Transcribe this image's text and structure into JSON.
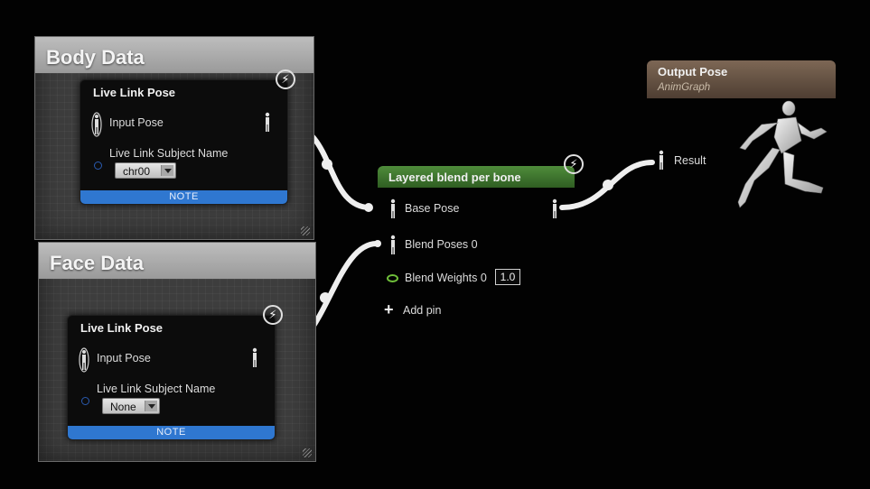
{
  "body_comment": {
    "title": "Body Data"
  },
  "face_comment": {
    "title": "Face Data"
  },
  "body_node": {
    "title": "Live Link Pose",
    "input_pose_label": "Input Pose",
    "subject_name_label": "Live Link Subject Name",
    "subject_value": "chr00",
    "note_label": "NOTE"
  },
  "face_node": {
    "title": "Live Link Pose",
    "input_pose_label": "Input Pose",
    "subject_name_label": "Live Link Subject Name",
    "subject_value": "None",
    "note_label": "NOTE"
  },
  "blend_node": {
    "title": "Layered blend per bone",
    "base_pose_label": "Base Pose",
    "blend_poses_label": "Blend Poses 0",
    "blend_weights_label": "Blend Weights 0",
    "blend_weights_value": "1.0",
    "add_pin_label": "Add pin"
  },
  "output_node": {
    "title": "Output Pose",
    "subtitle": "AnimGraph",
    "result_label": "Result"
  },
  "icons": {
    "lightning": "⚡",
    "plus": "+"
  },
  "colors": {
    "blend_header": "#3f7a2e",
    "output_header": "#6e5a4a",
    "note_bar": "#2f77d0",
    "wire": "#eeeeee"
  }
}
